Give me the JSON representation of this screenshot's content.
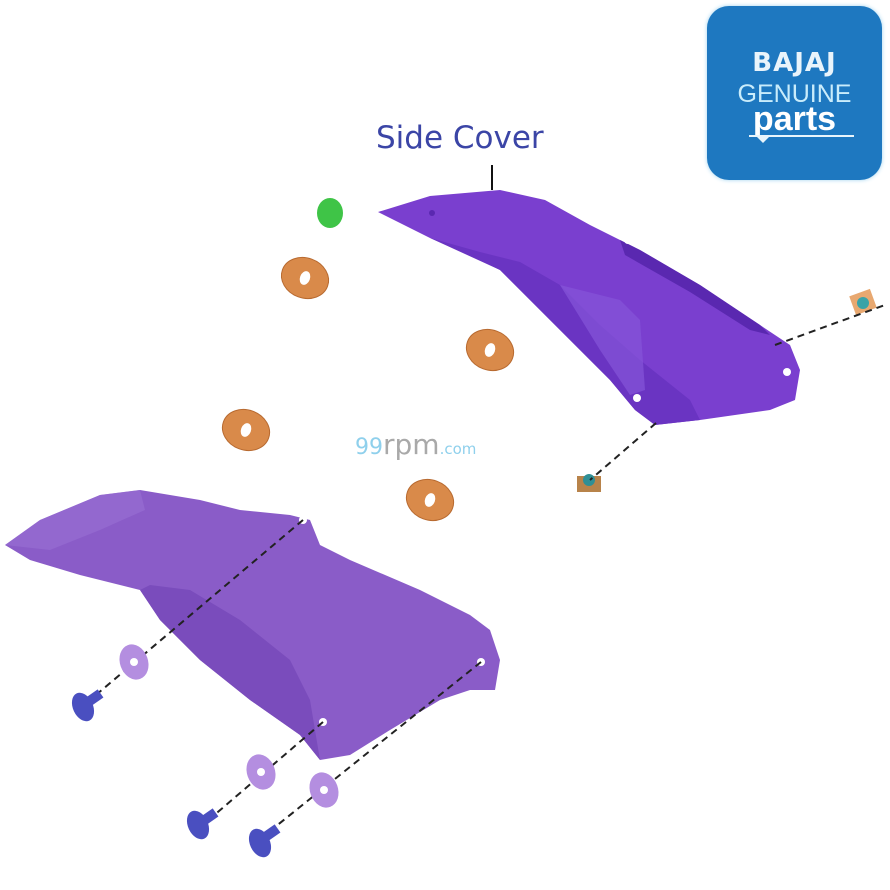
{
  "diagram": {
    "part_label": "Side Cover",
    "logo": {
      "brand": "BAJAJ",
      "line2": "GENUINE",
      "line3": "parts",
      "bg_color": "#1e78c0"
    },
    "watermark": {
      "prefix": "99",
      "main": "rpm",
      "suffix": ".com"
    },
    "colors": {
      "cover": "#7a3fcf",
      "cover_dark": "#5a28b0",
      "lower_cover": "#8a5cc8",
      "washer_orange": "#d98a4a",
      "grommet_green": "#3fc447",
      "clip_blue": "#4a4fc0",
      "washer_lilac": "#b48ee0",
      "label": "#3b45a6"
    },
    "components": [
      {
        "name": "upper-side-cover",
        "count": 1
      },
      {
        "name": "lower-side-cover",
        "count": 1
      },
      {
        "name": "rubber-grommet",
        "count": 1
      },
      {
        "name": "rubber-washer",
        "count": 4
      },
      {
        "name": "speed-nut",
        "count": 2
      },
      {
        "name": "plastic-washer",
        "count": 3
      },
      {
        "name": "push-rivet",
        "count": 3
      }
    ]
  }
}
